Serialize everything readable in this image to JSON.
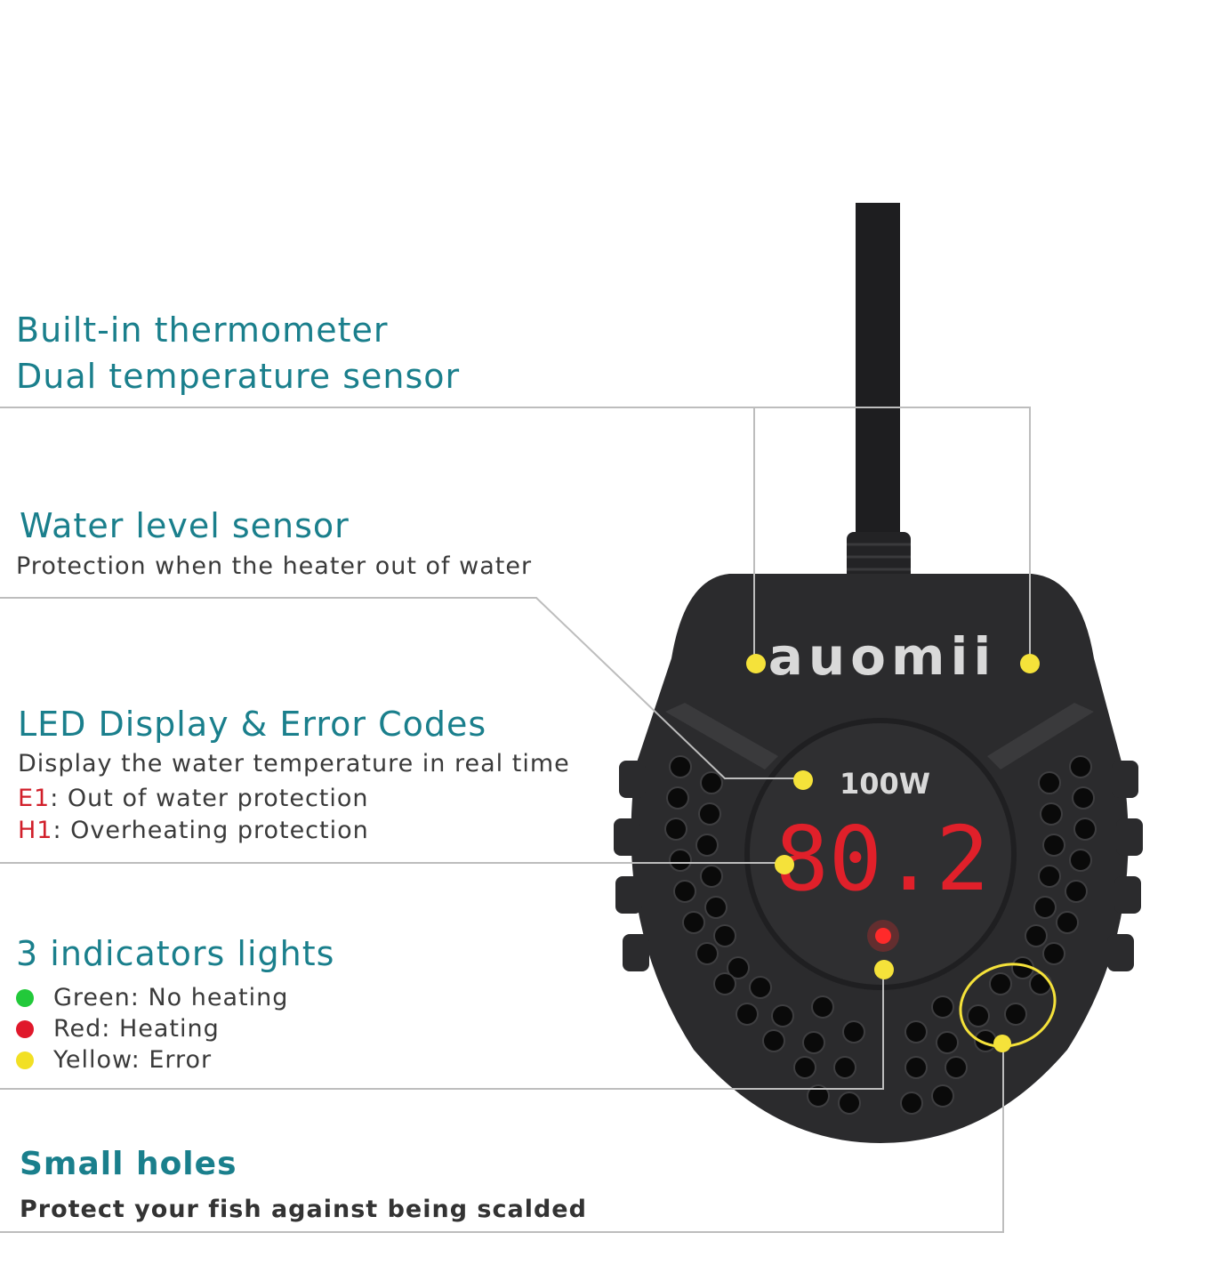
{
  "sections": {
    "thermometer": {
      "title_line1": "Built-in thermometer",
      "title_line2": "Dual temperature sensor"
    },
    "water_level": {
      "title": "Water level sensor",
      "desc": "Protection when the heater out of water"
    },
    "led_display": {
      "title": "LED Display & Error Codes",
      "desc": "Display the water temperature in real time",
      "errors": [
        {
          "code": "E1",
          "text": ": Out of water protection"
        },
        {
          "code": "H1",
          "text": ": Overheating protection"
        }
      ]
    },
    "indicators": {
      "title": "3 indicators lights",
      "items": [
        {
          "label": "Green: No heating",
          "color": "#22c93a"
        },
        {
          "label": "Red: Heating",
          "color": "#e0182b"
        },
        {
          "label": "Yellow:  Error",
          "color": "#f2e024"
        }
      ]
    },
    "holes": {
      "title": "Small holes",
      "desc": "Protect your fish against being scalded"
    }
  },
  "device": {
    "brand": "auomii",
    "wattage": "100W",
    "temperature": "80.2",
    "body_color": "#2b2b2d",
    "display_color": "#e0202a",
    "marker_color": "#f5e23a"
  }
}
